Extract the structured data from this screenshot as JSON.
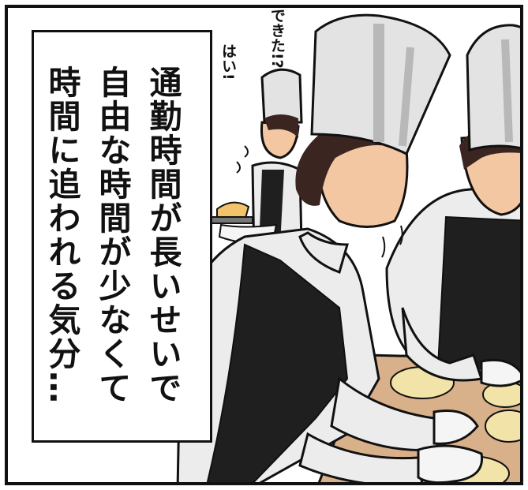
{
  "narration": {
    "text": "通勤時間が長いせいで\n自由な時間が少なくて\n時間に追われる気分…"
  },
  "sfx": {
    "dekita": "できた!?",
    "hai": "はい!"
  },
  "colors": {
    "ink": "#111111",
    "hat": "#e3e3e3",
    "hat_shadow": "#b8b8b8",
    "skin": "#f4c7a3",
    "hair": "#3a2520",
    "apron": "#1f1f1f",
    "coat": "#ececec",
    "board": "#d8b08a",
    "dough": "#f2e3a8"
  }
}
